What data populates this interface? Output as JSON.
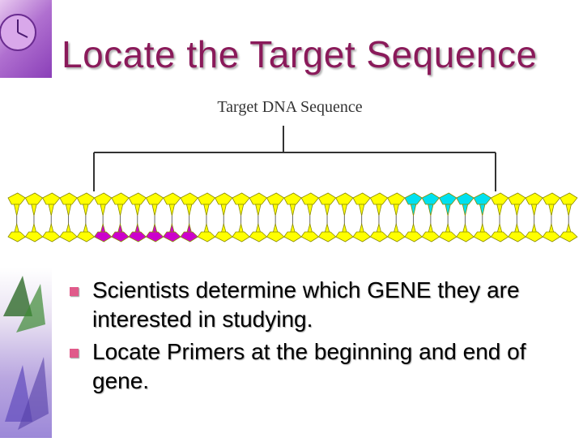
{
  "slide": {
    "title": "Locate the Target Sequence",
    "diagram_label": "Target DNA Sequence",
    "bullets": [
      "Scientists determine which GENE they are interested in studying.",
      "Locate Primers at the beginning and end of gene."
    ]
  },
  "colors": {
    "title": "#8a1a5a",
    "dna_backbone": "#ffff00",
    "primer_forward": "#cc00cc",
    "primer_reverse": "#00e0f0",
    "bullet": "#e05a8a"
  },
  "dna": {
    "unit_count": 33,
    "primer_forward_units": [
      5,
      6,
      7,
      8,
      9,
      10
    ],
    "primer_reverse_units": [
      23,
      24,
      25,
      26,
      27
    ]
  }
}
